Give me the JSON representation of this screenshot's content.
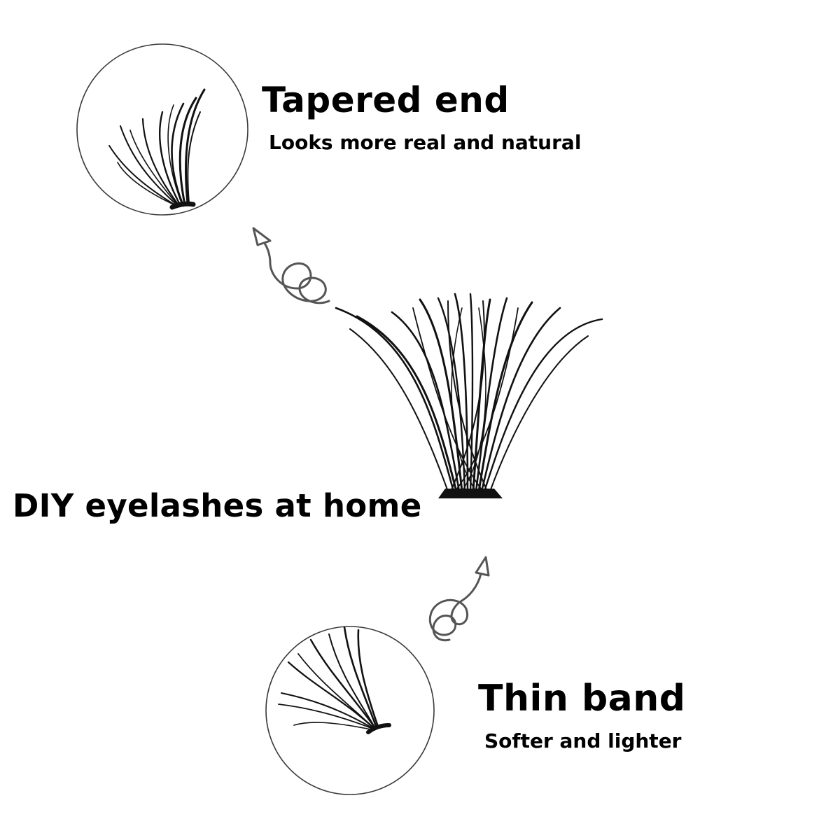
{
  "top_feature": {
    "title": "Tapered end",
    "subtitle": "Looks more real and natural"
  },
  "main_caption": "DIY eyelashes at home",
  "bottom_feature": {
    "title": "Thin band",
    "subtitle": "Softer and lighter"
  },
  "colors": {
    "background": "#ffffff",
    "text": "#000000",
    "lash": "#111111",
    "circle_outline": "#444444",
    "arrow": "#555555"
  },
  "icons": [
    "spiral-arrow-icon",
    "spiral-arrow-icon"
  ]
}
